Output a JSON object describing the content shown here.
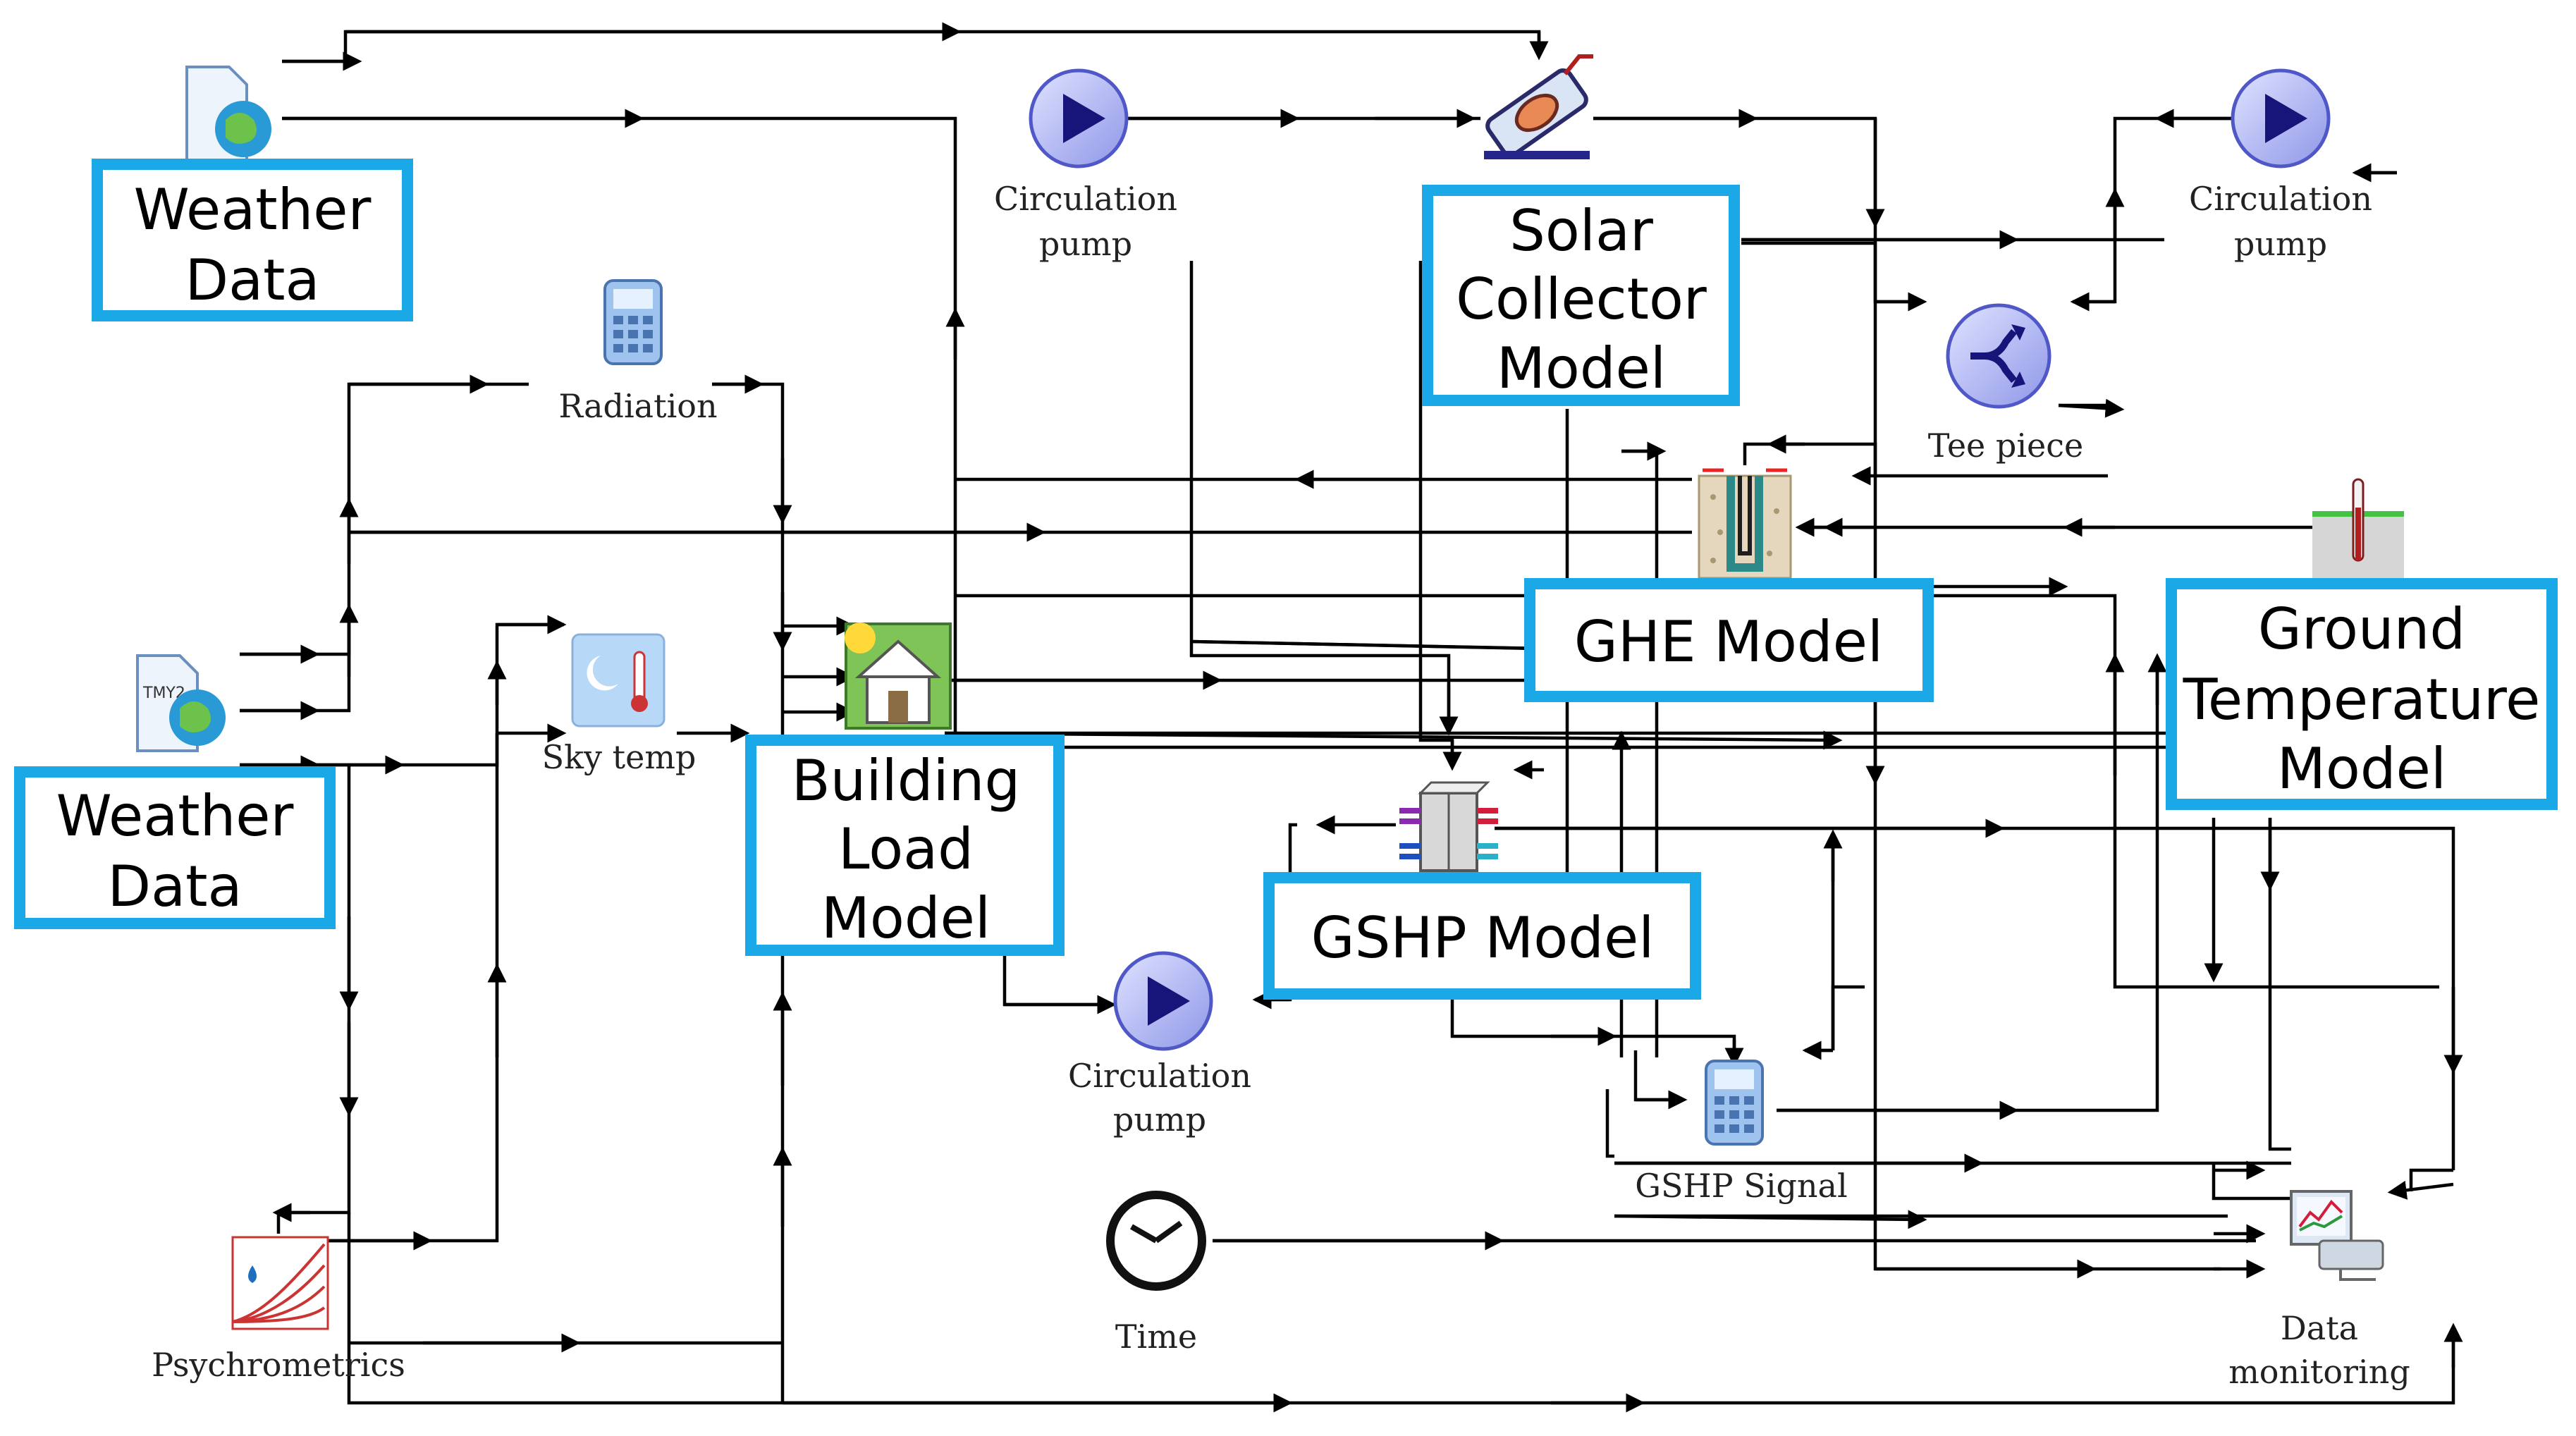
{
  "boxes": {
    "weather_data_top": [
      "Weather",
      "Data"
    ],
    "weather_data_left": [
      "Weather",
      "Data"
    ],
    "solar_collector": [
      "Solar",
      "Collector",
      "Model"
    ],
    "ghe": [
      "GHE Model"
    ],
    "ground_temp": [
      "Ground",
      "Temperature",
      "Model"
    ],
    "building_load": [
      "Building",
      "Load",
      "Model"
    ],
    "gshp": [
      "GSHP Model"
    ]
  },
  "components": {
    "pump_top": [
      "Circulation",
      "pump"
    ],
    "pump_right": [
      "Circulation",
      "pump"
    ],
    "pump_bottom": [
      "Circulation",
      "pump"
    ],
    "radiation": "Radiation",
    "sky_temp": "Sky temp",
    "tee_piece": "Tee piece",
    "gshp_signal": "GSHP Signal",
    "time": "Time",
    "psychrometrics": "Psychrometrics",
    "data_monitoring": [
      "Data",
      "monitoring"
    ]
  },
  "colors": {
    "box_border": "#1aa9e6",
    "line": "#000000",
    "pump_fill": "#c9cdf5",
    "pump_arrow": "#17157a"
  }
}
